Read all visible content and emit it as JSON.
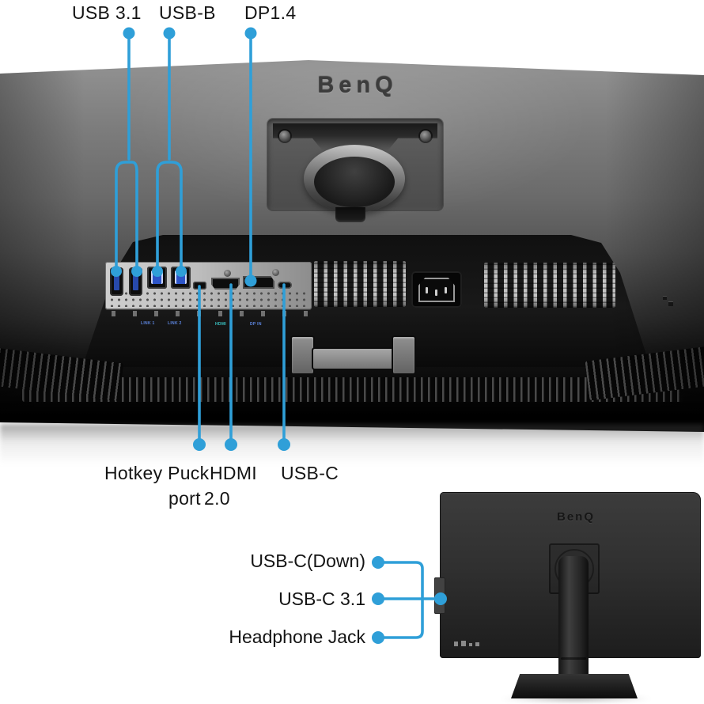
{
  "colors": {
    "accent": "#2f9fd8",
    "label_text": "#141414",
    "background": "#ffffff"
  },
  "callouts": {
    "top": [
      {
        "label": "USB 3.1"
      },
      {
        "label": "USB-B"
      },
      {
        "label": "DP1.4"
      }
    ],
    "bottom": [
      {
        "line1": "Hotkey Puck",
        "line2": "port"
      },
      {
        "line1": "HDMI",
        "line2": "2.0"
      },
      {
        "line1": "USB-C",
        "line2": ""
      }
    ],
    "right": [
      {
        "label": "USB-C(Down)"
      },
      {
        "label": "USB-C 3.1"
      },
      {
        "label": "Headphone Jack"
      }
    ]
  },
  "main_monitor": {
    "brand_logo": "BenQ",
    "port_strip": {
      "labels": [
        "LINK 1",
        "LINK 2",
        "HDMI",
        "DP IN"
      ],
      "ports": [
        "usb-3.1-type-a",
        "usb-3.1-type-a",
        "usb-b-upstream",
        "usb-b-upstream",
        "hotkey-puck-micro-usb",
        "hdmi-2.0",
        "displayport-1.4",
        "usb-c",
        "ac-power-inlet"
      ]
    }
  },
  "small_monitor": {
    "brand_logo": "BenQ"
  }
}
